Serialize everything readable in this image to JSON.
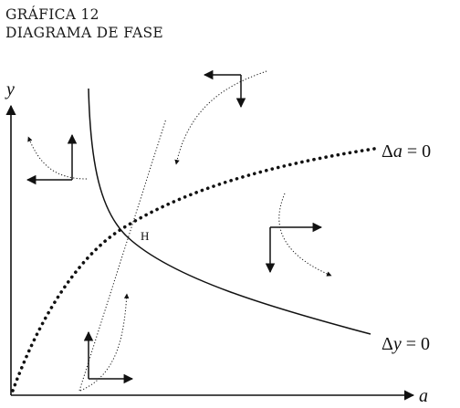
{
  "figure": {
    "label": "GRÁFICA 12",
    "title": "DIAGRAMA DE FASE"
  },
  "axes": {
    "x_label": "a",
    "y_label": "y"
  },
  "curves": {
    "delta_a": {
      "delta": "Δ",
      "var": "a",
      "rest": " = 0"
    },
    "delta_y": {
      "delta": "Δ",
      "var": "y",
      "rest": " = 0"
    }
  },
  "equilibrium": {
    "label": "H"
  },
  "colors": {
    "ink": "#111111",
    "background": "#ffffff"
  }
}
